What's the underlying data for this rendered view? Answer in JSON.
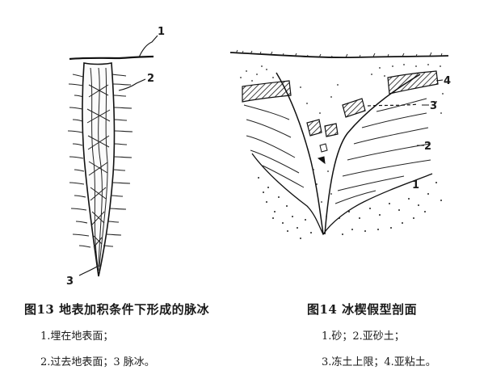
{
  "figure13": {
    "labels": [
      "1",
      "2",
      "3"
    ],
    "caption_title": "图13  地表加积条件下形成的脉冰",
    "caption_items": [
      "1.埋在地表面；",
      "2.过去地表面；3 脉冰。"
    ]
  },
  "figure14": {
    "labels": [
      "1",
      "2",
      "3",
      "4"
    ],
    "caption_title": "图14  冰楔假型剖面",
    "caption_items": [
      "1.砂；2.亚砂土；",
      "3.冻土上限；4.亚粘土。"
    ]
  }
}
